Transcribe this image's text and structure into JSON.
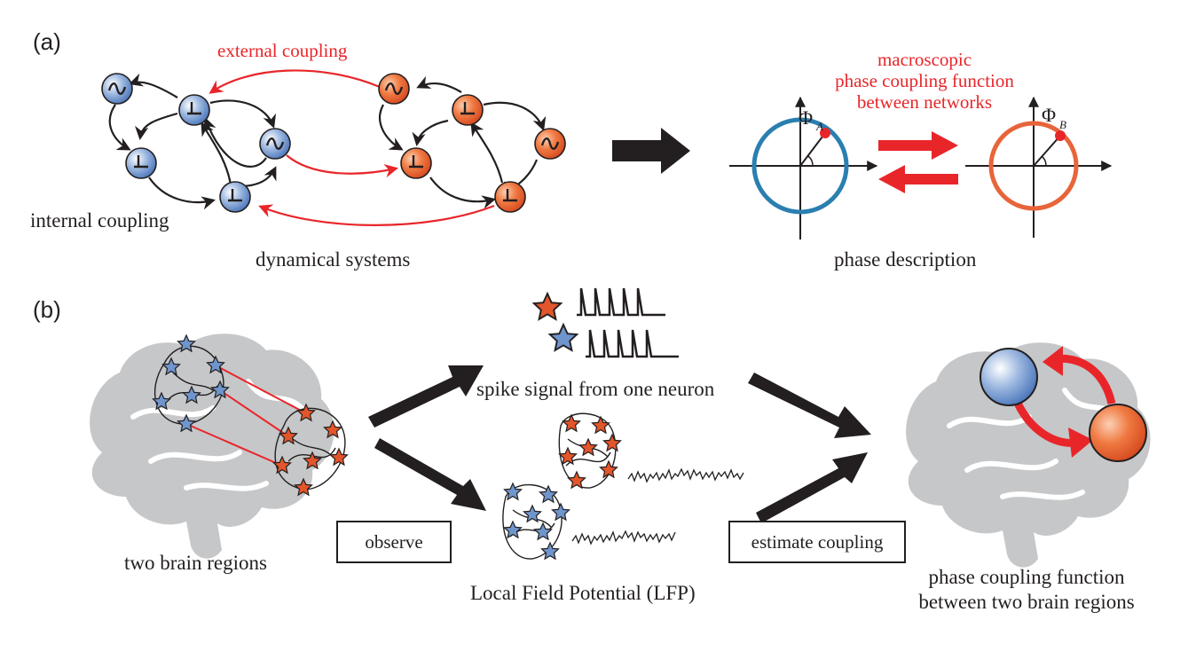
{
  "panel_a": {
    "label": "(a)",
    "external_coupling": "external coupling",
    "internal_coupling": "internal coupling",
    "dynamical_systems": "dynamical systems",
    "macro_line1": "macroscopic",
    "macro_line2": "phase coupling function",
    "macro_line3": "between networks",
    "phase_description": "phase description",
    "phi_a": "Φ",
    "phi_a_sub": "A",
    "phi_b": "Φ",
    "phi_b_sub": "B"
  },
  "panel_b": {
    "label": "(b)",
    "two_brain_regions": "two brain regions",
    "observe": "observe",
    "spike_signal": "spike signal from one neuron",
    "lfp": "Local Field Potential (LFP)",
    "estimate_coupling": "estimate coupling",
    "result_line1": "phase coupling function",
    "result_line2": "between two brain regions"
  },
  "colors": {
    "blue_node": "#6f95cc",
    "orange_node": "#e3552a",
    "red_arrow": "#e8262a",
    "circle_blue": "#2a7fb0",
    "circle_orange": "#e8643a",
    "brain_gray": "#c6c7c9",
    "ink": "#231f20"
  }
}
